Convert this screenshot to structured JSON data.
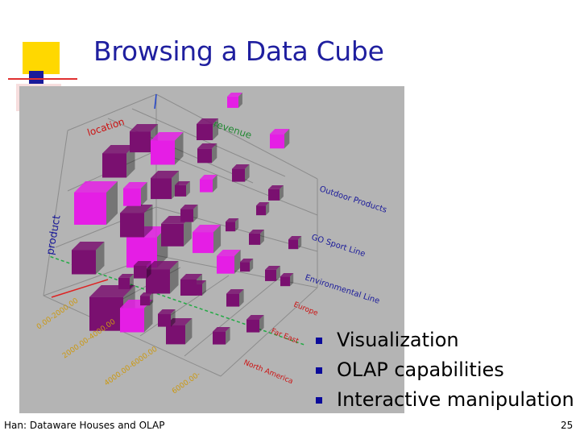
{
  "slide": {
    "title": "Browsing a Data Cube",
    "bullets": [
      "Visualization",
      "OLAP capabilities",
      "Interactive manipulation"
    ],
    "footer": "Han: Dataware Houses and OLAP",
    "page_number": "25"
  },
  "figure": {
    "axis_labels": {
      "location": "location",
      "revenue": "revenue",
      "product": "product"
    },
    "product_labels": [
      "Outdoor Products",
      "GO Sport Line",
      "Environmental Line"
    ],
    "location_labels": [
      "Europe",
      "Far East",
      "North America"
    ],
    "revenue_labels": [
      "0.00-2000.00",
      "2000.00-4000.00",
      "4000.00-6000.00",
      "6000.00-"
    ],
    "colors": {
      "background": "#b4b4b4",
      "cube_bright": "#e51ee5",
      "cube_dark": "#7a1070",
      "axis_text": "#cc1111",
      "product_text": "#1a1a9a",
      "revenue_text": "#228833",
      "title": "#1f1f9f",
      "bullet": "#0a0a9a"
    }
  }
}
